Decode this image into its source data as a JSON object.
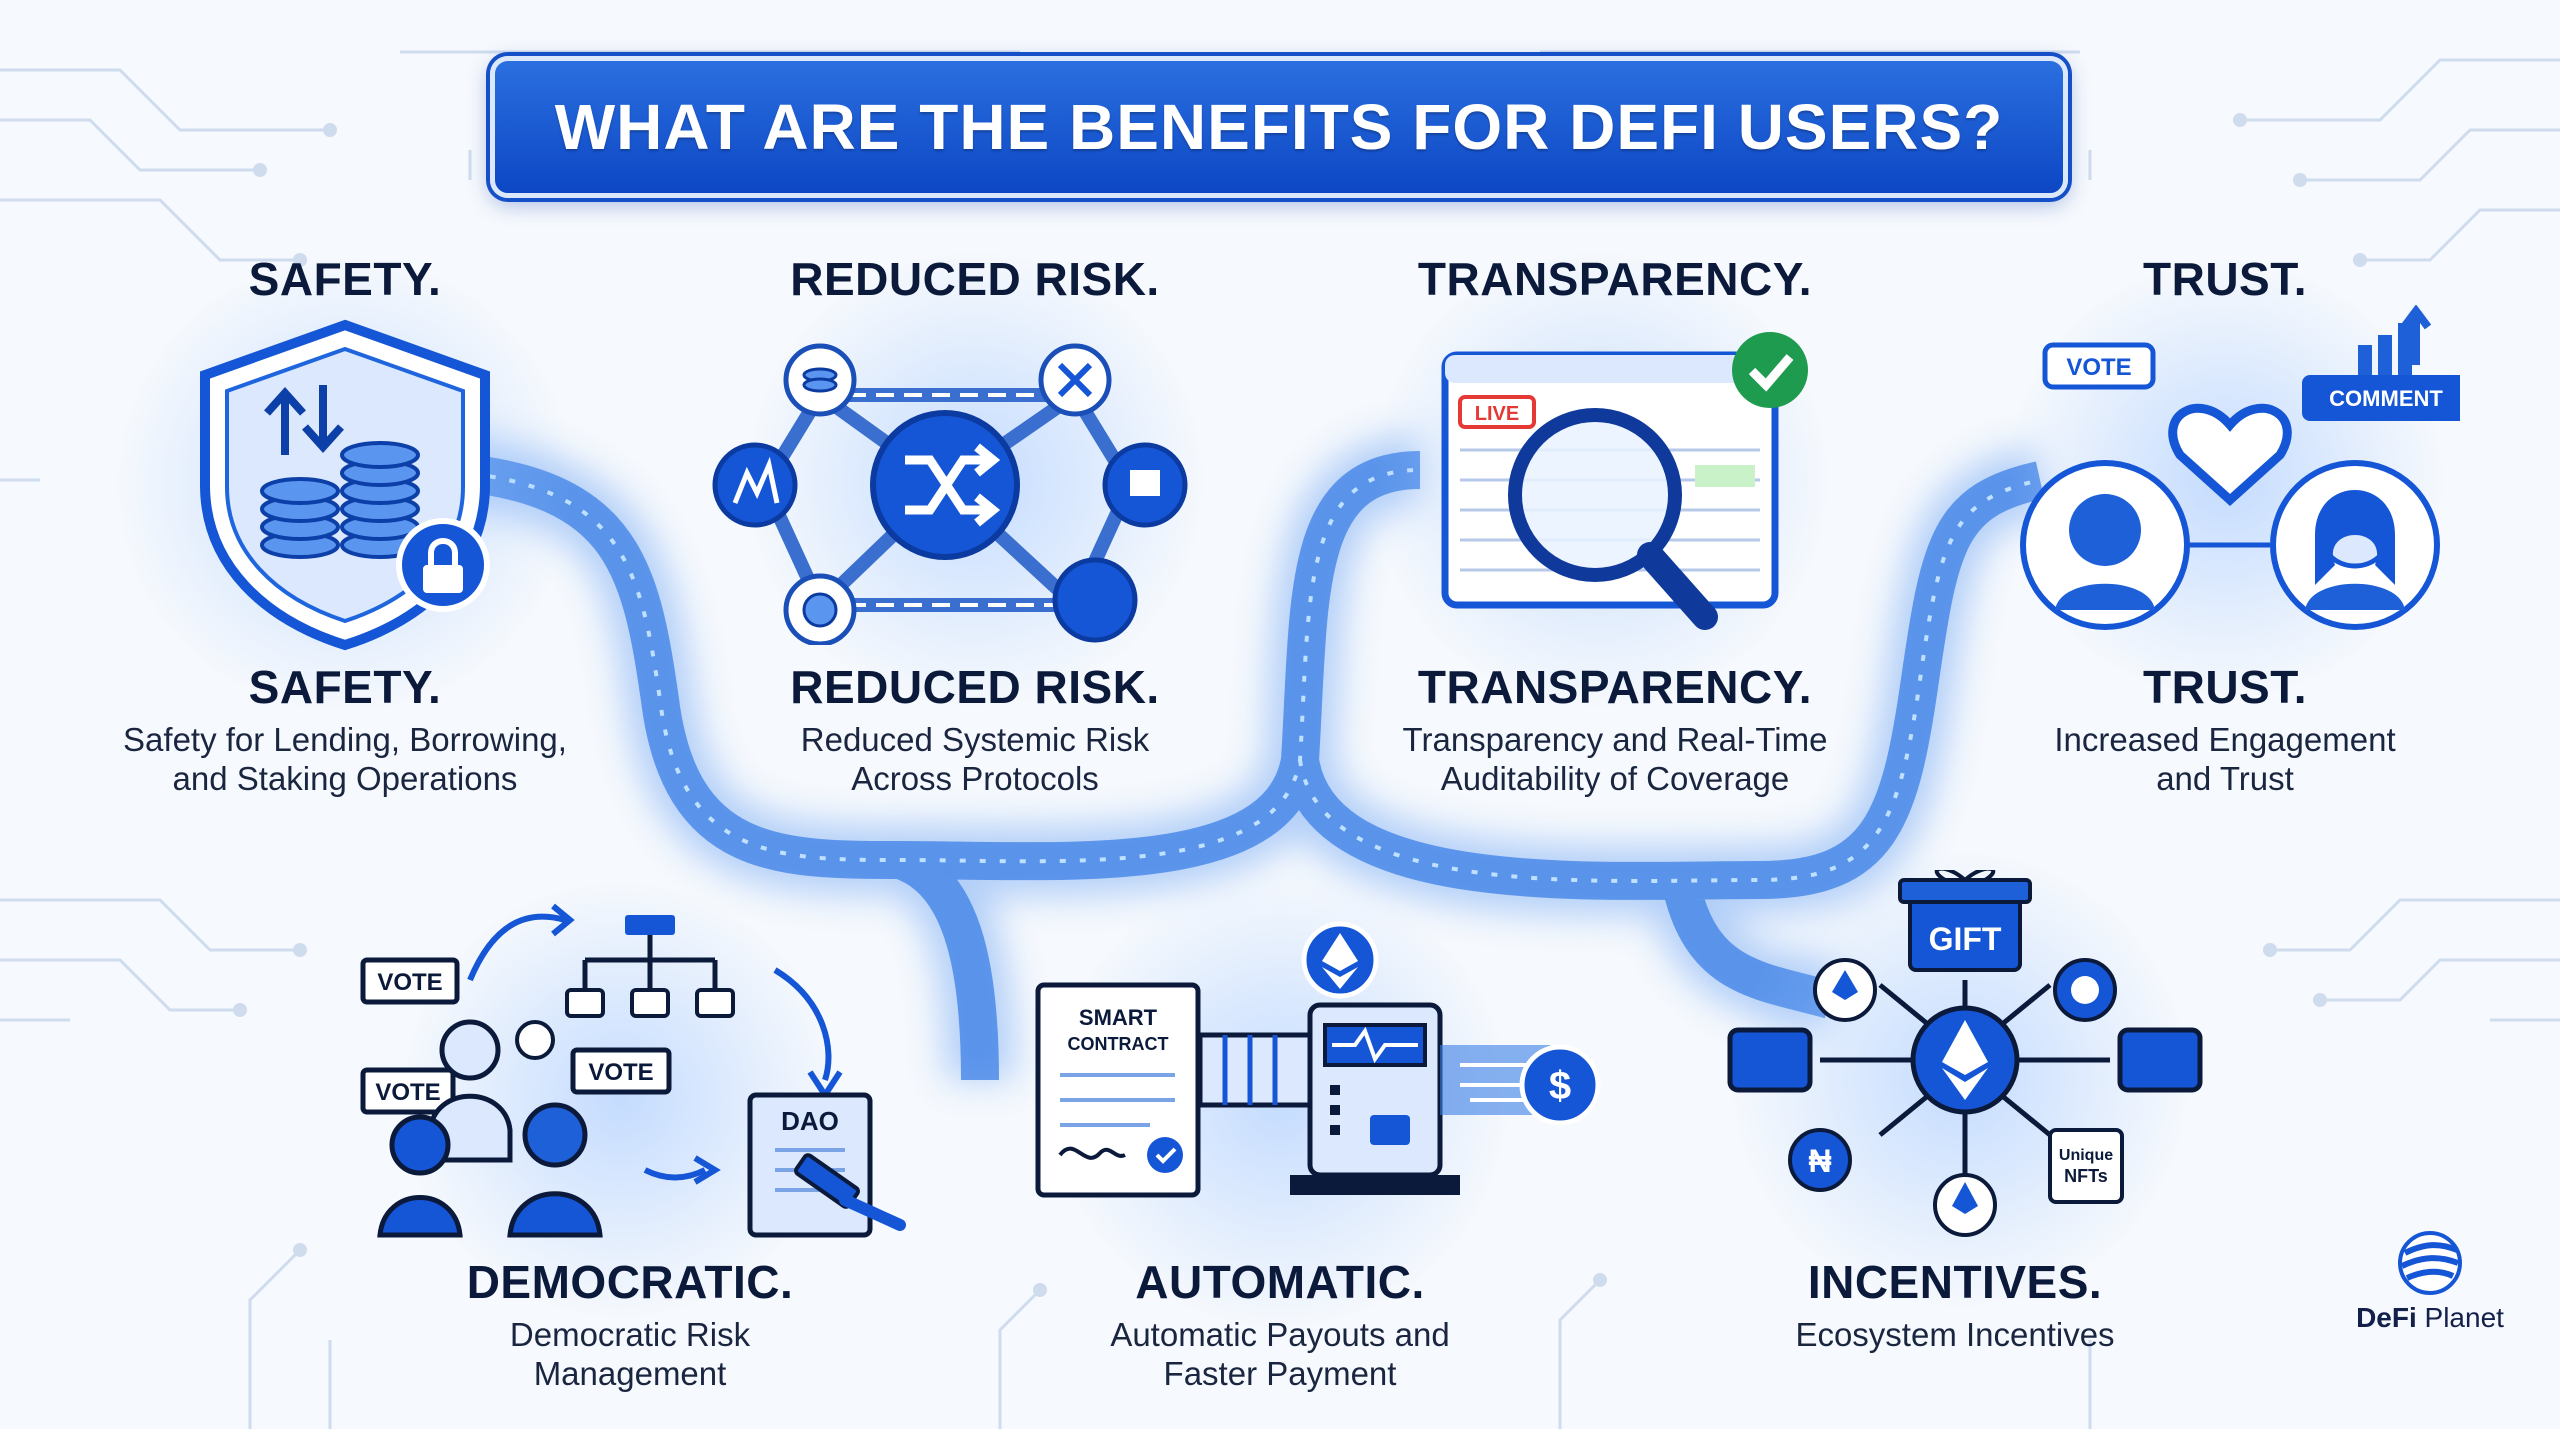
{
  "title": "WHAT ARE THE BENEFITS FOR DEFI USERS?",
  "colors": {
    "primary": "#0d47c4",
    "accent": "#2a6fe0",
    "dark": "#0b1a3a",
    "light": "#dbe7fb"
  },
  "cards": [
    {
      "top_heading": "SAFETY.",
      "heading": "SAFETY.",
      "lines": [
        "Safety for Lending, Borrowing,",
        "and Staking Operations"
      ],
      "icon": "shield-coins-lock-icon"
    },
    {
      "top_heading": "REDUCED RISK.",
      "heading": "REDUCED RISK.",
      "lines": [
        "Reduced Systemic Risk",
        "Across Protocols"
      ],
      "icon": "chain-network-icon"
    },
    {
      "top_heading": "TRANSPARENCY.",
      "heading": "TRANSPARENCY.",
      "lines": [
        "Transparency and Real-Time",
        "Auditability of Coverage"
      ],
      "icon": "magnifier-dashboard-icon"
    },
    {
      "top_heading": "TRUST.",
      "heading": "TRUST.",
      "lines": [
        "Increased Engagement",
        "and Trust"
      ],
      "icon": "people-heart-icon"
    },
    {
      "heading": "DEMOCRATIC.",
      "lines": [
        "Democratic Risk",
        "Management"
      ],
      "icon": "vote-dao-icon"
    },
    {
      "heading": "AUTOMATIC.",
      "lines": [
        "Automatic Payouts and",
        "Faster Payment"
      ],
      "icon": "smart-contract-machine-icon"
    },
    {
      "heading": "INCENTIVES.",
      "lines": [
        "Ecosystem Incentives"
      ],
      "icon": "ethereum-rewards-icon"
    }
  ],
  "icon_labels": {
    "live": "LIVE",
    "vote": "VOTE",
    "comment": "COMMENT",
    "smart_contract_1": "SMART",
    "smart_contract_2": "CONTRACT",
    "dao": "DAO",
    "gift": "GIFT",
    "unique": "Unique",
    "nfts": "NFTs"
  },
  "brand": {
    "name_bold": "DeFi",
    "name_light": "Planet"
  }
}
